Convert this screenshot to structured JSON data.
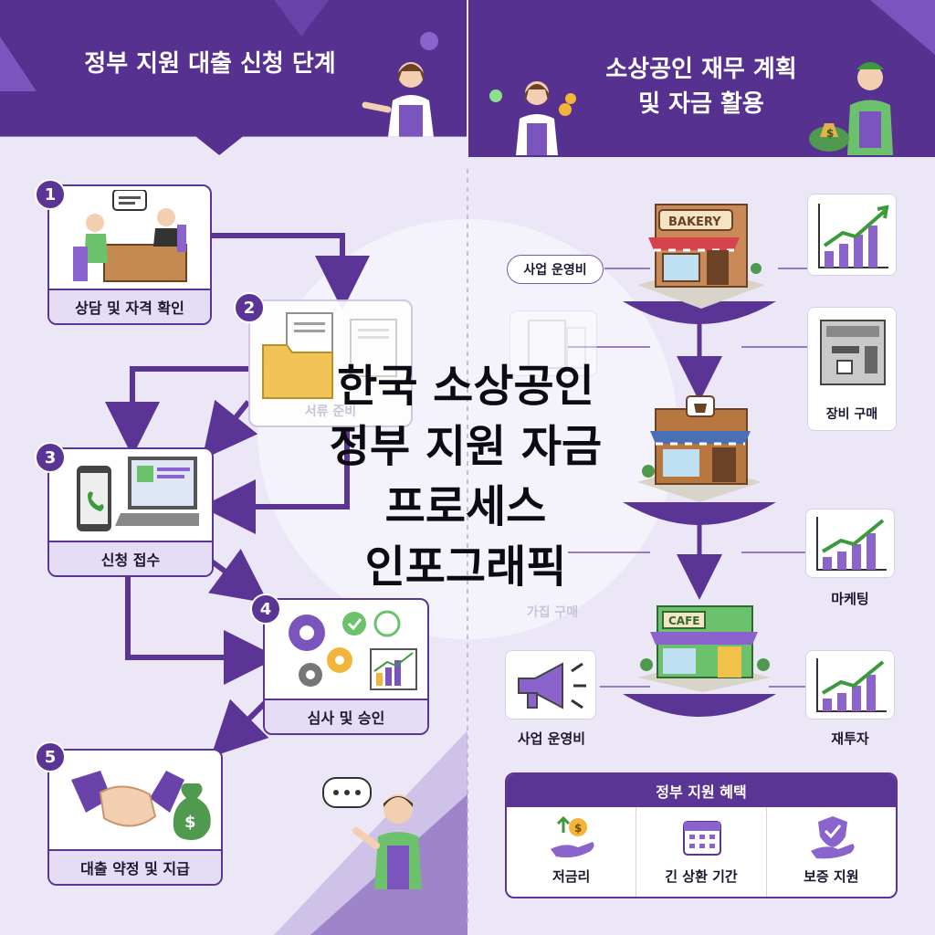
{
  "left_header": {
    "title": "정부 지원 대출 신청 단계"
  },
  "right_header": {
    "title_line1": "소상공인 재무 계획",
    "title_line2": "및 자금 활용"
  },
  "center_title": {
    "lines": [
      "한국 소상공인",
      "정부 지원 자금",
      "프로세스",
      "인포그래픽"
    ]
  },
  "steps": [
    {
      "number": "1",
      "label": "상담 및 자격 확인"
    },
    {
      "number": "2",
      "label": "서류 준비"
    },
    {
      "number": "3",
      "label": "신청 접수"
    },
    {
      "number": "4",
      "label": "심사 및 승인"
    },
    {
      "number": "5",
      "label": "대출 약정 및 지급"
    }
  ],
  "usage": {
    "operating_cost_1": "사업 운영비",
    "equipment": "장비 구매",
    "equipment_ghost": "가집 구매",
    "marketing": "마케팅",
    "operating_cost_2": "사업 운영비",
    "reinvestment": "재투자"
  },
  "shop_signs": {
    "bakery": "BAKERY",
    "cafe": "CAFE"
  },
  "benefits": {
    "title": "정부 지원 혜택",
    "items": [
      {
        "label": "저금리",
        "icon": "hand-coin-icon"
      },
      {
        "label": "긴 상환 기간",
        "icon": "calendar-icon"
      },
      {
        "label": "보증 지원",
        "icon": "shield-hand-icon"
      }
    ]
  },
  "colors": {
    "primary": "#5b3596",
    "accent_green": "#5cb85c",
    "light_bg": "#ece7f7"
  }
}
